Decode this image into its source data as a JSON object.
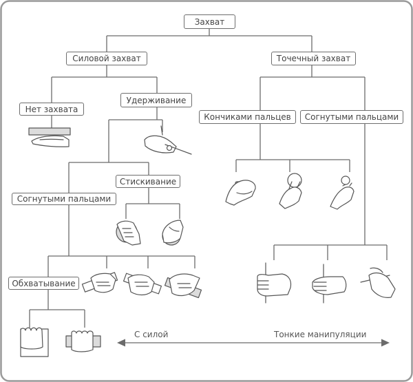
{
  "diagram": {
    "nodes": {
      "root": "Захват",
      "power_grip": "Силовой захват",
      "precision_grip": "Точечный захват",
      "no_grip": "Нет захвата",
      "holding": "Удерживание",
      "fingertips": "Кончиками пальцев",
      "bent_fingers_right": "Согнутыми пальцами",
      "squeezing": "Стискивание",
      "bent_fingers_left": "Согнутыми пальцами",
      "wrapping": "Обхватывание"
    },
    "axis": {
      "left_label": "С силой",
      "right_label": "Тонкие манипуляции"
    }
  },
  "colors": {
    "frame": "#9a9a9a",
    "line": "#6b6b6b",
    "text": "#444444",
    "object_fill": "#dcdcdc"
  }
}
